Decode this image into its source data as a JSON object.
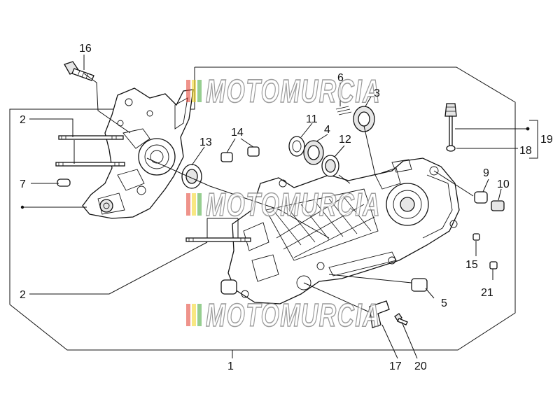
{
  "callouts": {
    "c1": "1",
    "c2a": "2",
    "c2b": "2",
    "c3": "3",
    "c4": "4",
    "c5": "5",
    "c6": "6",
    "c7": "7",
    "c9": "9",
    "c10": "10",
    "c11": "11",
    "c12": "12",
    "c13": "13",
    "c14": "14",
    "c15": "15",
    "c16": "16",
    "c17": "17",
    "c18": "18",
    "c19": "19",
    "c20": "20",
    "c21": "21"
  },
  "watermark": {
    "text": "MOTOMURCIA",
    "stripe_colors": [
      "#e23a2c",
      "#f2d31b",
      "#3fa535"
    ]
  }
}
